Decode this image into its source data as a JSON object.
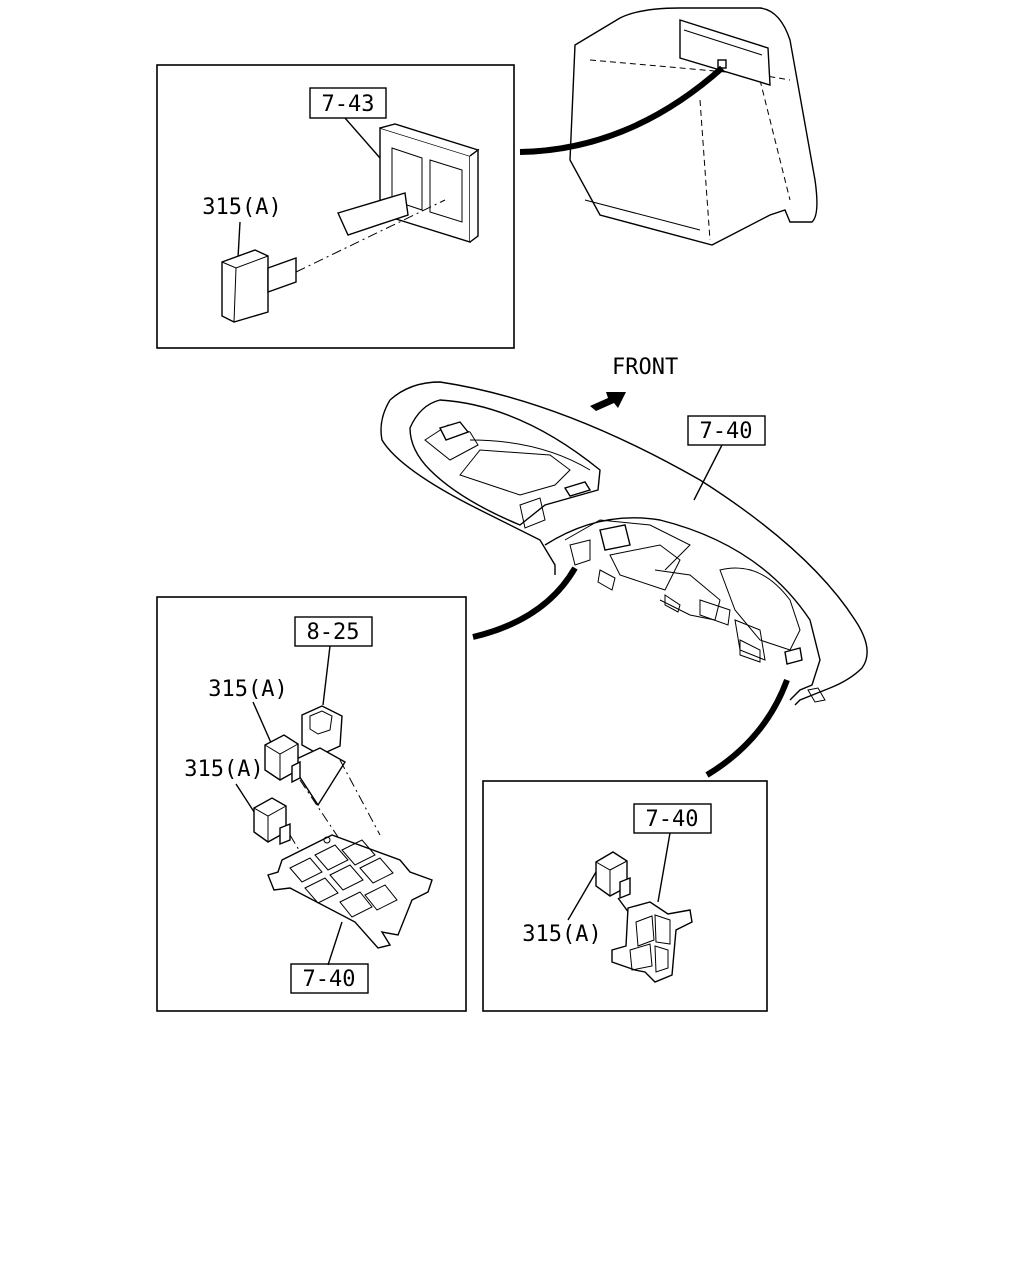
{
  "labels": {
    "top_ref_box": "7-43",
    "top_part": "315(A)",
    "front": "FRONT",
    "main_ref_box": "7-40",
    "left_ref_top": "8-25",
    "left_part_1": "315(A)",
    "left_part_2": "315(A)",
    "left_ref_bottom": "7-40",
    "right_ref_box": "7-40",
    "right_part": "315(A)"
  },
  "colors": {
    "line": "#000000",
    "background": "#ffffff"
  },
  "icons": {
    "front_arrow": "arrow-up-right-icon"
  }
}
